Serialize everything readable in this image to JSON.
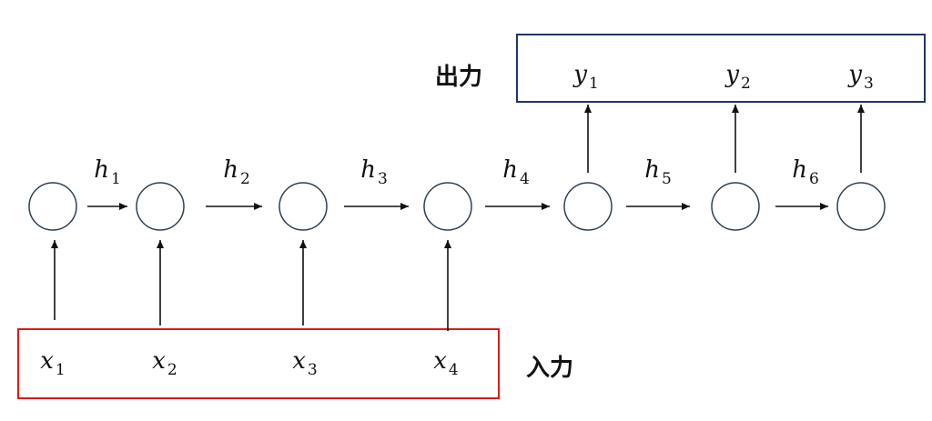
{
  "labels": {
    "output": "出力",
    "input": "入力"
  },
  "inputs": [
    {
      "base": "x",
      "sub": "1"
    },
    {
      "base": "x",
      "sub": "2"
    },
    {
      "base": "x",
      "sub": "3"
    },
    {
      "base": "x",
      "sub": "4"
    }
  ],
  "hidden": [
    {
      "base": "h",
      "sub": "1"
    },
    {
      "base": "h",
      "sub": "2"
    },
    {
      "base": "h",
      "sub": "3"
    },
    {
      "base": "h",
      "sub": "4"
    },
    {
      "base": "h",
      "sub": "5"
    },
    {
      "base": "h",
      "sub": "6"
    }
  ],
  "outputs": [
    {
      "base": "y",
      "sub": "1"
    },
    {
      "base": "y",
      "sub": "2"
    },
    {
      "base": "y",
      "sub": "3"
    }
  ],
  "colors": {
    "input_box": "#e0191c",
    "output_box": "#1f3864",
    "node_stroke": "#2e4053",
    "arrow": "#111111"
  }
}
